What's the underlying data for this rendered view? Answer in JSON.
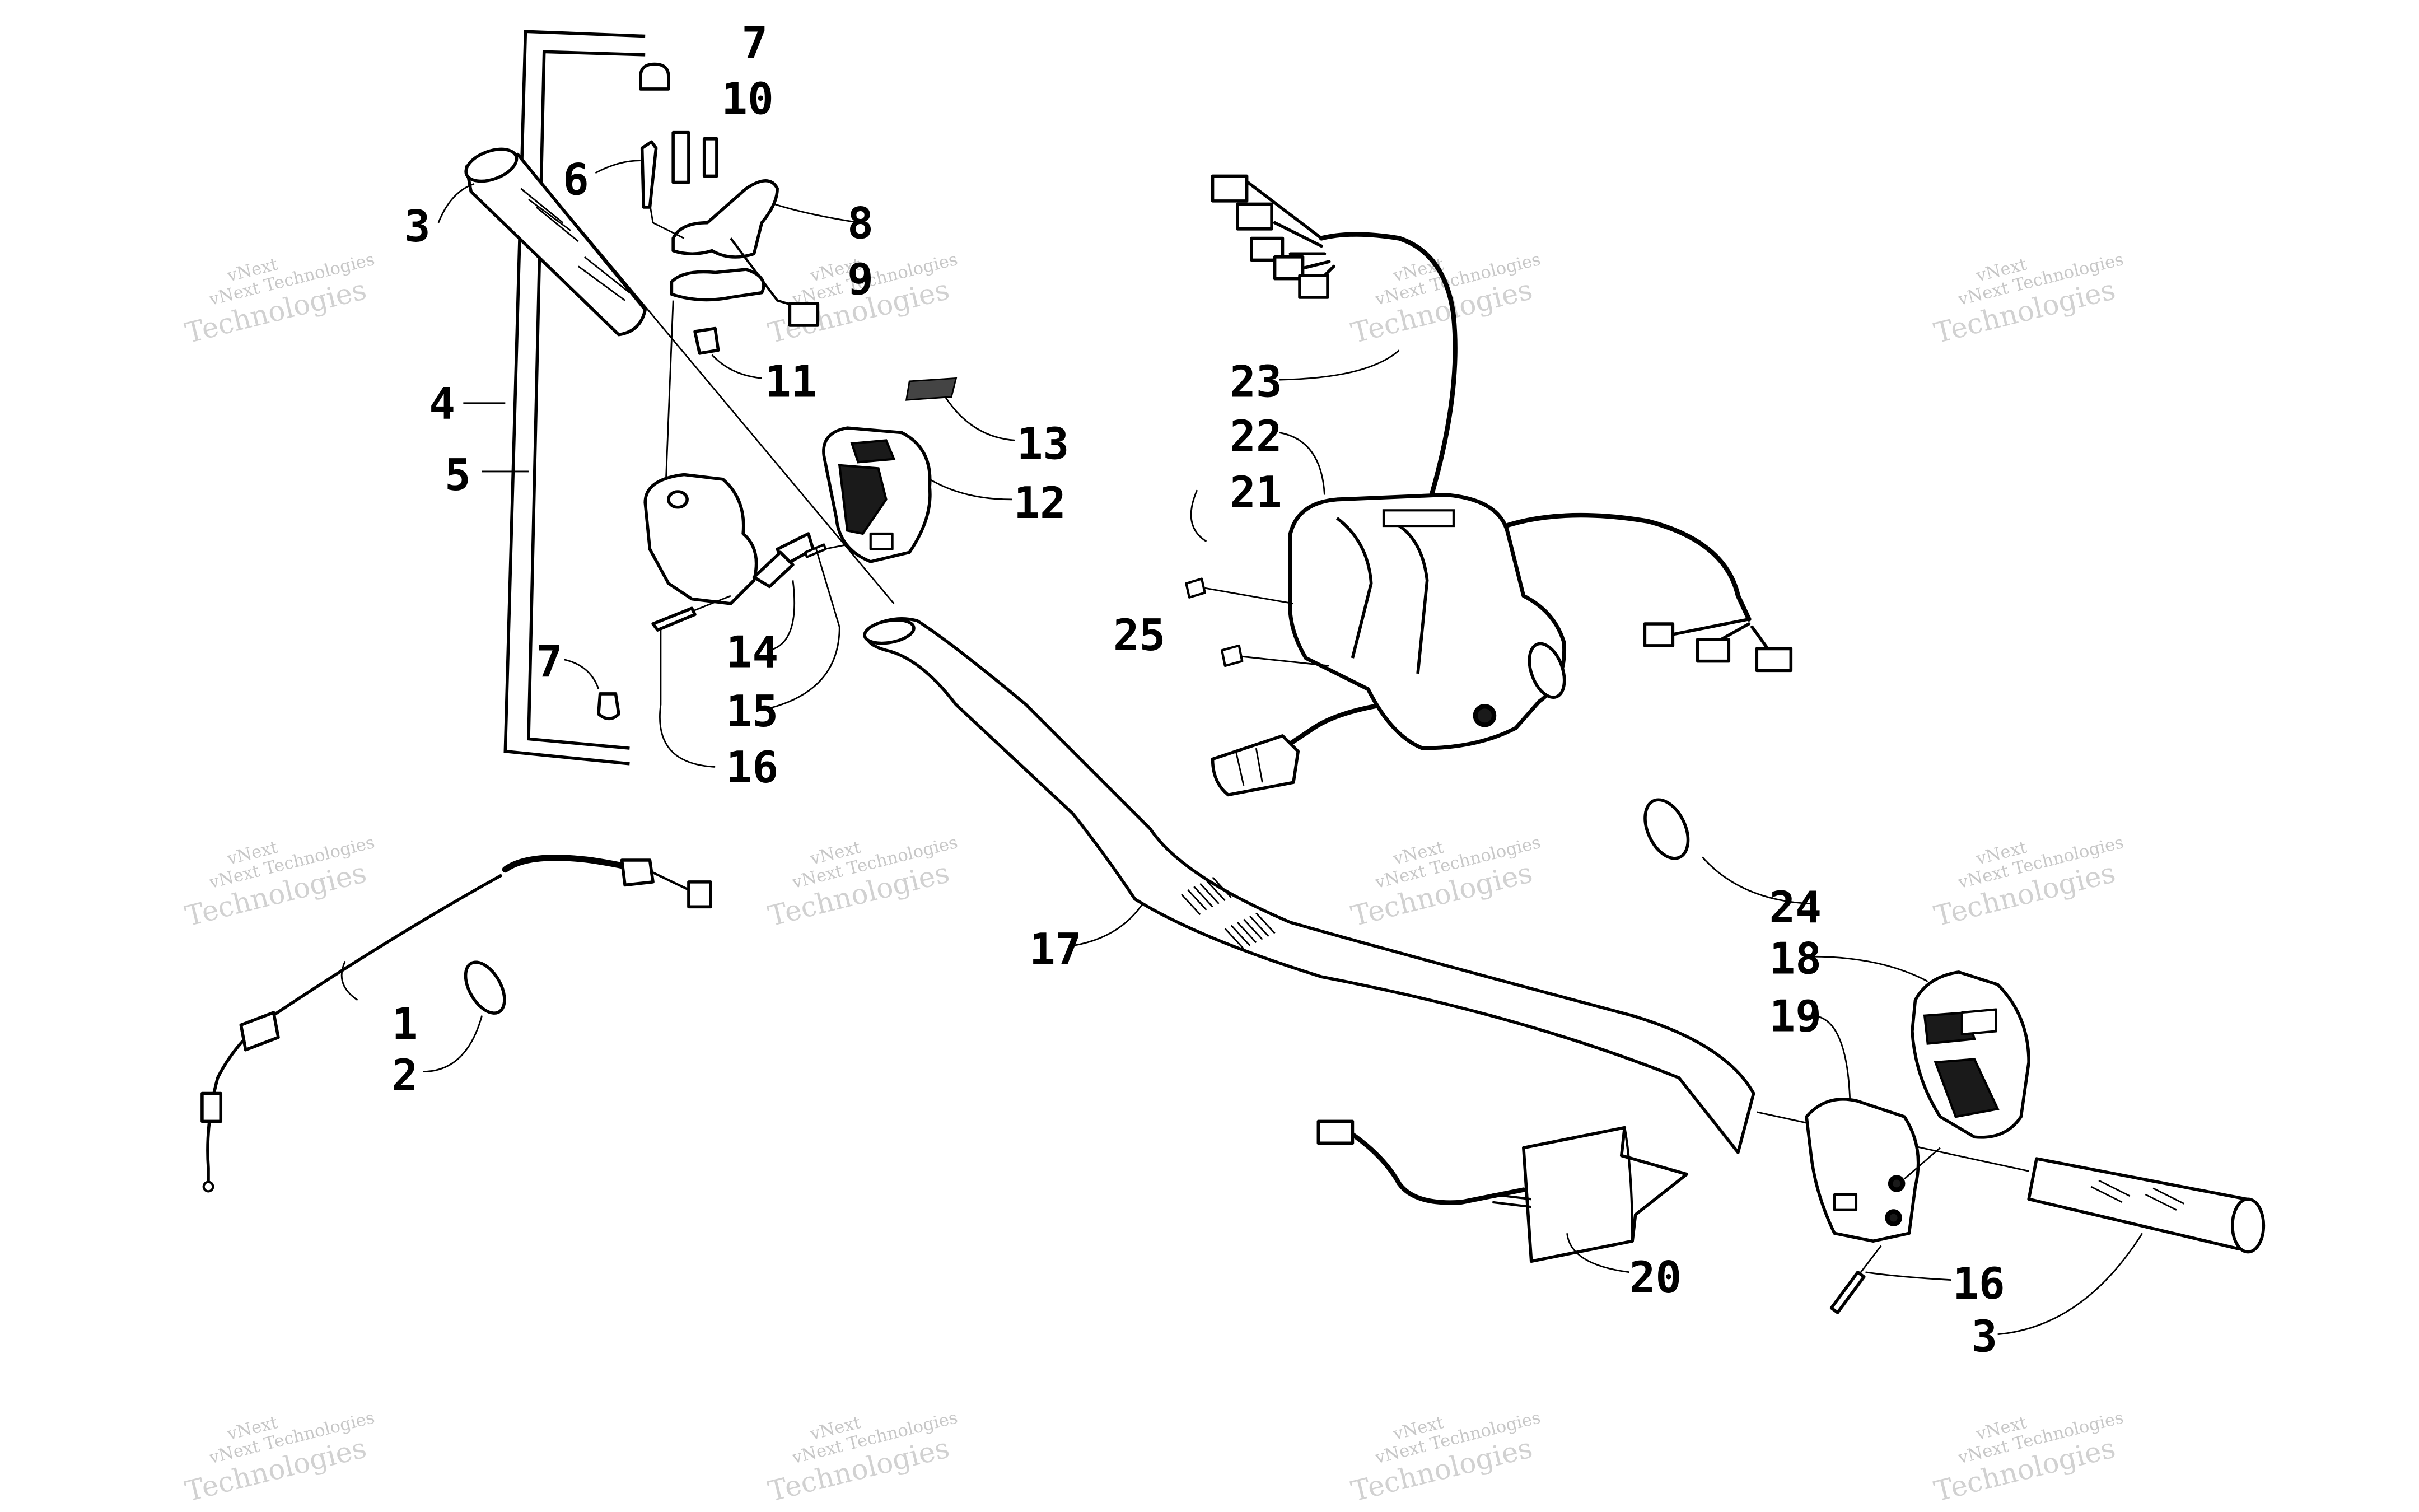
{
  "callouts": [
    "1",
    "2",
    "3",
    "4",
    "5",
    "6",
    "7",
    "8",
    "9",
    "10",
    "11",
    "12",
    "13",
    "14",
    "15",
    "16",
    "17",
    "18",
    "19",
    "20",
    "21",
    "22",
    "23",
    "24",
    "25"
  ],
  "watermark": {
    "line1": "vNext",
    "line2": "Technologies",
    "small": "vNext Technologies",
    "big": "Technologies"
  }
}
